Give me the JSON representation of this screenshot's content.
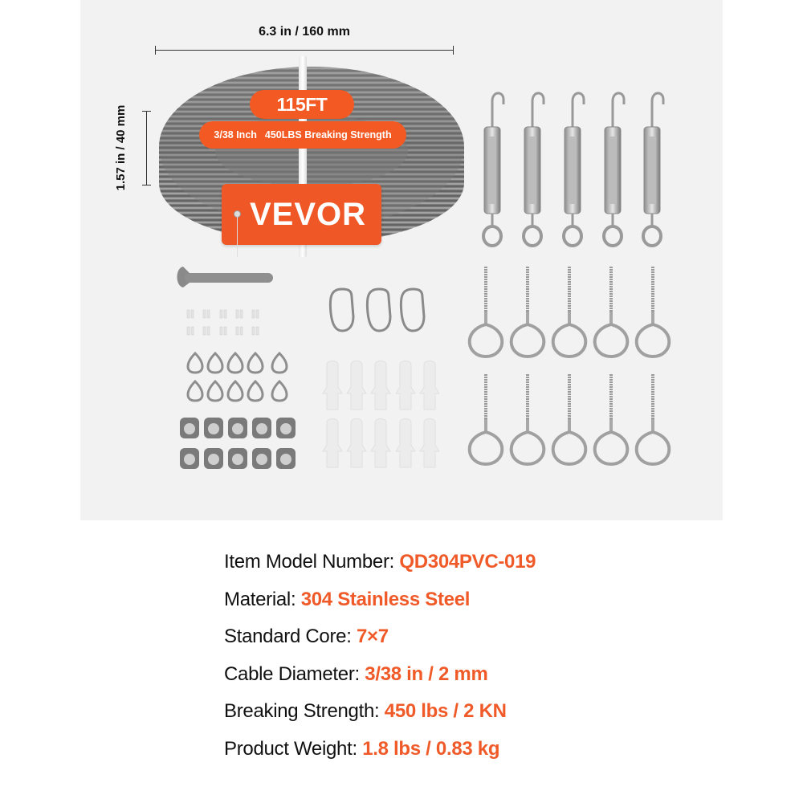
{
  "product_image": {
    "dimensions": {
      "width_label": "6.3 in / 160 mm",
      "height_label": "1.57 in / 40 mm"
    },
    "coil_labels": {
      "length": "115FT",
      "diameter": "3/38 Inch",
      "strength": "450LBS Breaking Strength"
    },
    "brand_tag": "VEVOR",
    "accent_color": "#f35a23",
    "components": [
      {
        "name": "turnbuckle-hook-eye",
        "count": 5
      },
      {
        "name": "wrench",
        "count": 1
      },
      {
        "name": "aluminum-crimp-sleeve",
        "count": 10
      },
      {
        "name": "wire-rope-thimble",
        "count": 10
      },
      {
        "name": "wire-rope-clip",
        "count": 10
      },
      {
        "name": "carabiner",
        "count": 3
      },
      {
        "name": "plastic-wall-anchor",
        "count": 10
      },
      {
        "name": "screw-eye-hook",
        "count": 10
      }
    ]
  },
  "specs": [
    {
      "label": "Item Model Number: ",
      "value": "QD304PVC-019"
    },
    {
      "label": "Material: ",
      "value": "304 Stainless Steel"
    },
    {
      "label": "Standard Core: ",
      "value": "7×7"
    },
    {
      "label": "Cable Diameter: ",
      "value": "3/38 in / 2 mm"
    },
    {
      "label": "Breaking Strength: ",
      "value": "450 lbs / 2 KN"
    },
    {
      "label": "Product Weight: ",
      "value": "1.8 lbs / 0.83 kg"
    }
  ]
}
